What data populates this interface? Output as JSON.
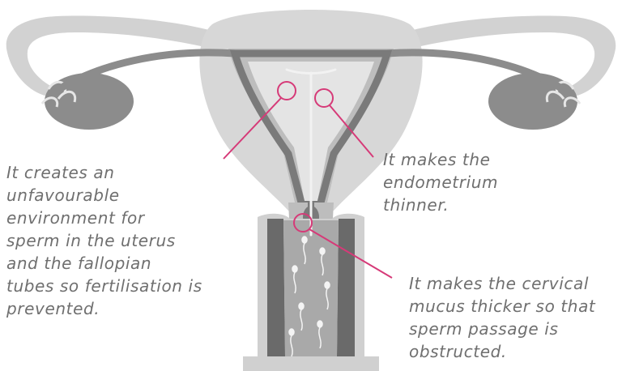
{
  "captions": {
    "left": "It creates an\nunfavourable\nenvironment for\nsperm in the uterus\nand the fallopian\ntubes so fertilisation is\nprevented.",
    "right_top": "It makes the\nendometrium\nthinner.",
    "right_bottom": "It makes the cervical\nmucus thicker so that\nsperm passage is\nobstructed."
  },
  "colors": {
    "tissue_light": "#d7d7d7",
    "tissue_mid": "#bdbdbd",
    "tissue_dark": "#8c8c8c",
    "lining_dark": "#6a6a6a",
    "callout": "#d63a78",
    "text": "#6f6f6f"
  }
}
